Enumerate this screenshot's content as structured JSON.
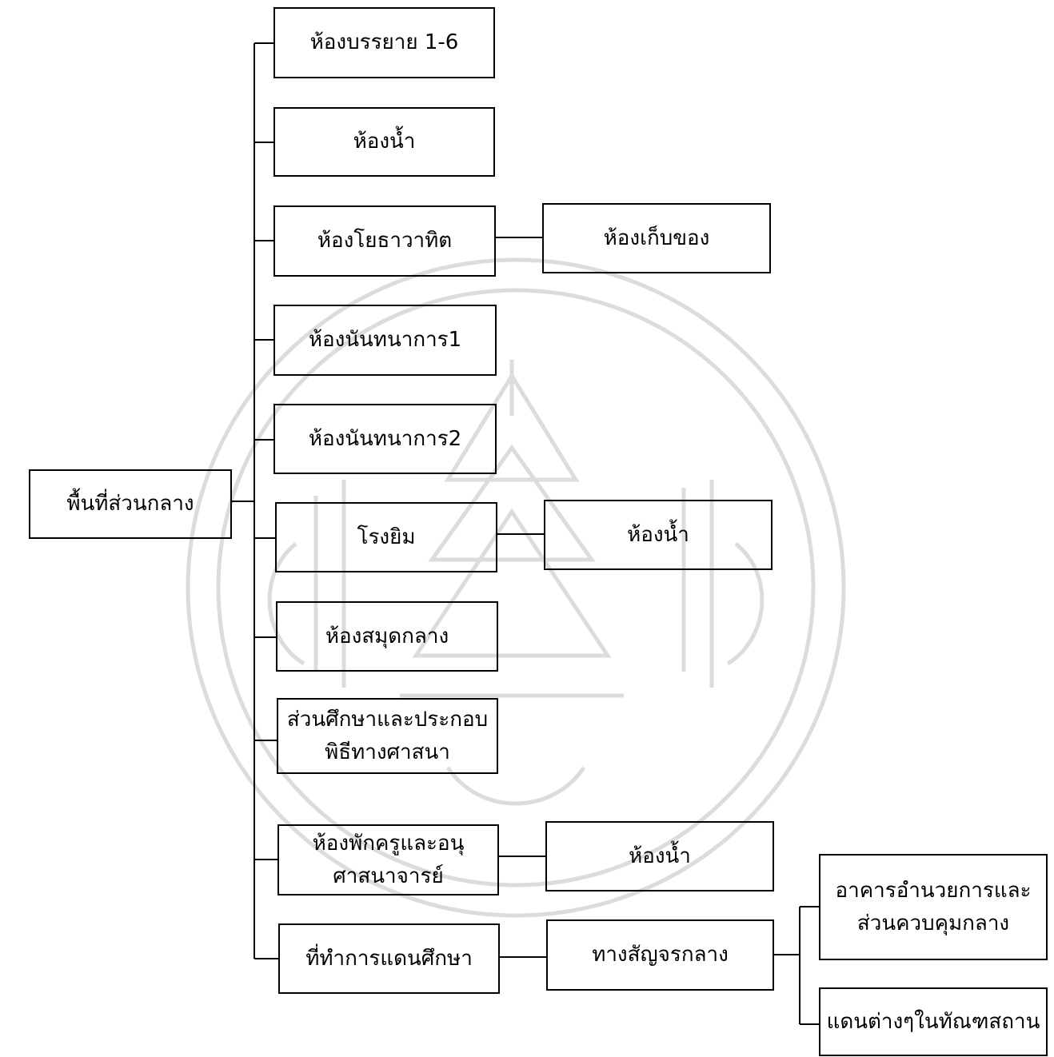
{
  "root": {
    "label": "พื้นที่ส่วนกลาง"
  },
  "branches": [
    {
      "label": "ห้องบรรยาย 1-6"
    },
    {
      "label": "ห้องน้ำ"
    },
    {
      "label": "ห้องโยธาวาทิต",
      "child": {
        "label": "ห้องเก็บของ"
      }
    },
    {
      "label": "ห้องนันทนาการ1"
    },
    {
      "label": "ห้องนันทนาการ2"
    },
    {
      "label": "โรงยิม",
      "child": {
        "label": "ห้องน้ำ"
      }
    },
    {
      "label": "ห้องสมุดกลาง"
    },
    {
      "label": "ส่วนศึกษาและประกอบ\nพิธีทางศาสนา"
    },
    {
      "label": "ห้องพักครูและอนุ\nศาสนาจารย์",
      "child": {
        "label": "ห้องน้ำ"
      }
    },
    {
      "label": "ที่ทำการแดนศึกษา",
      "child": {
        "label": "ทางสัญจรกลาง",
        "children": [
          {
            "label": "อาคารอำนวยการและ\nส่วนควบคุมกลาง"
          },
          {
            "label": "แดนต่างๆในทัณฑสถาน"
          }
        ]
      }
    }
  ],
  "watermark": {
    "type": "circular-seal",
    "color": "#dcdcdc"
  }
}
